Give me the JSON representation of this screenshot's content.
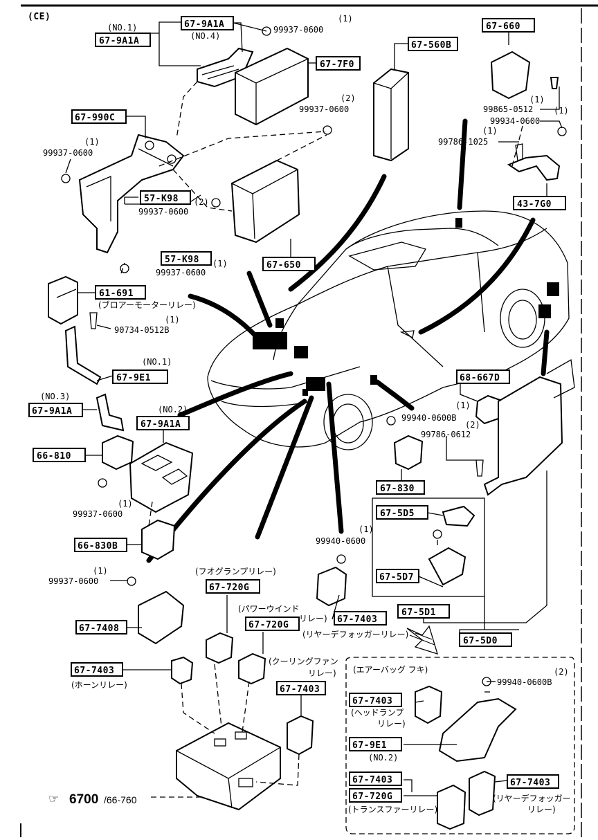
{
  "header": {
    "region_code": "(CE)"
  },
  "part_codes": {
    "p67_9A1A_top": "67-9A1A",
    "p67_9A1A_top_no4": "67-9A1A",
    "p67_7F0": "67-7F0",
    "p67_990C": "67-990C",
    "p57_K98_a": "57-K98",
    "p57_K98_b": "57-K98",
    "p67_650": "67-650",
    "p67_560B": "67-560B",
    "p67_660": "67-660",
    "p43_7G0": "43-7G0",
    "p61_691": "61-691",
    "p67_9E1_no1": "67-9E1",
    "p67_9A1A_no3": "67-9A1A",
    "p67_9A1A_no2": "67-9A1A",
    "p66_810": "66-810",
    "p66_830B": "66-830B",
    "p68_667D": "68-667D",
    "p67_830": "67-830",
    "p67_5D5": "67-5D5",
    "p67_5D7": "67-5D7",
    "p67_5D1": "67-5D1",
    "p67_5D0": "67-5D0",
    "p67_7408": "67-7408",
    "p67_720G_a": "67-720G",
    "p67_720G_b": "67-720G",
    "p67_7403_a": "67-7403",
    "p67_7403_b": "67-7403",
    "p67_7403_c": "67-7403",
    "p67_7403_d": "67-7403",
    "p67_7403_e": "67-7403",
    "p67_7403_f": "67-7403",
    "p67_720G_c": "67-720G",
    "p67_9E1_no2": "67-9E1"
  },
  "bolts": {
    "b1": "99937-0600",
    "b2": "99937-0600",
    "b3": "99937-0600",
    "b4": "99937-0600",
    "b5": "99937-0600",
    "b6": "99865-0512",
    "b7": "99934-0600",
    "b8": "99786-1025",
    "b9": "90734-0512B",
    "b10": "99940-0600B",
    "b11": "99786-0612",
    "b12": "99937-0600",
    "b13": "99940-0600",
    "b14": "99937-0600",
    "b15": "99940-0600B"
  },
  "qty": {
    "q1": "(1)",
    "q2": "(2)",
    "q3": "(1)",
    "q4": "(2)",
    "q5": "(1)",
    "q6": "(1)",
    "q7": "(1)",
    "q8": "(1)",
    "q9": "(1)",
    "q10": "(1)",
    "q11": "(2)",
    "q12": "(1)",
    "q13": "(1)",
    "q14": "(1)",
    "q15": "(2)"
  },
  "variants": {
    "no1_top": "(NO.1)",
    "no4": "(NO.4)",
    "no1_9e1": "(NO.1)",
    "no3": "(NO.3)",
    "no2_a": "(NO.2)",
    "no2_b": "(NO.2)"
  },
  "jp_labels": {
    "blower_relay": "(ブロアーモーターリレー)",
    "fog_relay": "(フオグランプリレー)",
    "power_window": "(パワーウインド",
    "relay_suffix": "リレー)",
    "rear_defog_relay": "(リヤーデフォッガーリレー)",
    "cooling_fan": "(クーリングファン",
    "cooling_fan_relay": "リレー)",
    "horn_relay": "(ホーンリレー)",
    "airbag_group": "(エアーバッグ フキ)",
    "headlamp": "(ヘッドランプ",
    "headlamp_relay": "リレー)",
    "transfer_relay": "(トランスファーリレー)",
    "rear_defog_b": "(リヤーデフォッガー",
    "rear_defog_b_relay": "リレー)"
  },
  "reference": {
    "symbol": "☞",
    "main": "6700",
    "sub": "/66-760"
  }
}
